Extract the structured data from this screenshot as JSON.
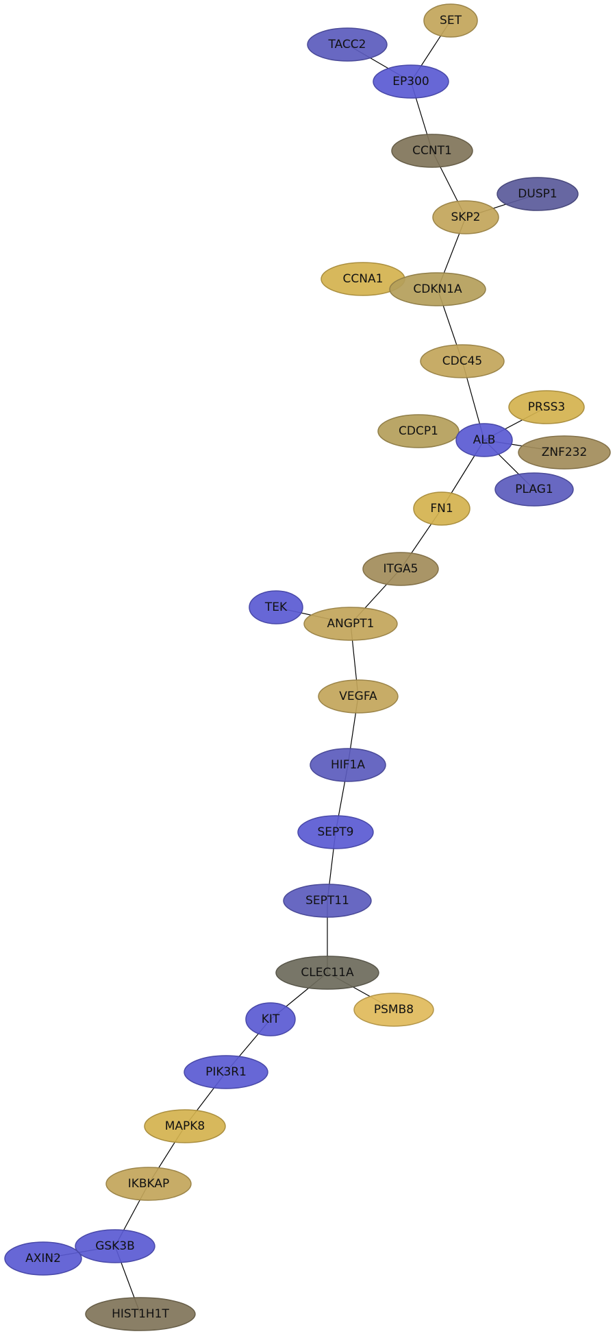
{
  "colors": {
    "blue": "#5a5ad2",
    "blue_dark": "#5b5bbd",
    "slate": "#5a5a9a",
    "tan": "#c2a55a",
    "gold": "#d4b24e",
    "khaki": "#b49e5a",
    "olive": "#a28c5a",
    "brown": "#807459",
    "gray": "#6d6a5b",
    "sand": "#e0ba5a"
  },
  "nodes": [
    {
      "id": "SET",
      "label": "SET",
      "color": "tan"
    },
    {
      "id": "TACC2",
      "label": "TACC2",
      "color": "blue_dark"
    },
    {
      "id": "EP300",
      "label": "EP300",
      "color": "blue"
    },
    {
      "id": "CCNT1",
      "label": "CCNT1",
      "color": "brown"
    },
    {
      "id": "DUSP1",
      "label": "DUSP1",
      "color": "slate"
    },
    {
      "id": "SKP2",
      "label": "SKP2",
      "color": "tan"
    },
    {
      "id": "CCNA1",
      "label": "CCNA1",
      "color": "gold"
    },
    {
      "id": "CDKN1A",
      "label": "CDKN1A",
      "color": "khaki"
    },
    {
      "id": "CDC45",
      "label": "CDC45",
      "color": "tan"
    },
    {
      "id": "PRSS3",
      "label": "PRSS3",
      "color": "gold"
    },
    {
      "id": "CDCP1",
      "label": "CDCP1",
      "color": "khaki"
    },
    {
      "id": "ALB",
      "label": "ALB",
      "color": "blue"
    },
    {
      "id": "ZNF232",
      "label": "ZNF232",
      "color": "olive"
    },
    {
      "id": "PLAG1",
      "label": "PLAG1",
      "color": "blue_dark"
    },
    {
      "id": "FN1",
      "label": "FN1",
      "color": "gold"
    },
    {
      "id": "ITGA5",
      "label": "ITGA5",
      "color": "olive"
    },
    {
      "id": "TEK",
      "label": "TEK",
      "color": "blue"
    },
    {
      "id": "ANGPT1",
      "label": "ANGPT1",
      "color": "tan"
    },
    {
      "id": "VEGFA",
      "label": "VEGFA",
      "color": "tan"
    },
    {
      "id": "HIF1A",
      "label": "HIF1A",
      "color": "blue_dark"
    },
    {
      "id": "SEPT9",
      "label": "SEPT9",
      "color": "blue"
    },
    {
      "id": "SEPT11",
      "label": "SEPT11",
      "color": "blue_dark"
    },
    {
      "id": "CLEC11A",
      "label": "CLEC11A",
      "color": "gray"
    },
    {
      "id": "KIT",
      "label": "KIT",
      "color": "blue"
    },
    {
      "id": "PSMB8",
      "label": "PSMB8",
      "color": "sand"
    },
    {
      "id": "PIK3R1",
      "label": "PIK3R1",
      "color": "blue"
    },
    {
      "id": "MAPK8",
      "label": "MAPK8",
      "color": "gold"
    },
    {
      "id": "IKBKAP",
      "label": "IKBKAP",
      "color": "tan"
    },
    {
      "id": "GSK3B",
      "label": "GSK3B",
      "color": "blue"
    },
    {
      "id": "AXIN2",
      "label": "AXIN2",
      "color": "blue"
    },
    {
      "id": "HIST1H1T",
      "label": "HIST1H1T",
      "color": "brown"
    }
  ],
  "edges": [
    [
      "SET",
      "EP300"
    ],
    [
      "TACC2",
      "EP300"
    ],
    [
      "EP300",
      "CCNT1"
    ],
    [
      "CCNT1",
      "SKP2"
    ],
    [
      "DUSP1",
      "SKP2"
    ],
    [
      "SKP2",
      "CDKN1A"
    ],
    [
      "CDKN1A",
      "CDC45"
    ],
    [
      "CDC45",
      "ALB"
    ],
    [
      "PRSS3",
      "ALB"
    ],
    [
      "ALB",
      "ZNF232"
    ],
    [
      "ALB",
      "PLAG1"
    ],
    [
      "ALB",
      "FN1"
    ],
    [
      "FN1",
      "ITGA5"
    ],
    [
      "ITGA5",
      "ANGPT1"
    ],
    [
      "TEK",
      "ANGPT1"
    ],
    [
      "ANGPT1",
      "VEGFA"
    ],
    [
      "VEGFA",
      "HIF1A"
    ],
    [
      "HIF1A",
      "SEPT9"
    ],
    [
      "SEPT9",
      "SEPT11"
    ],
    [
      "SEPT11",
      "CLEC11A"
    ],
    [
      "CLEC11A",
      "KIT"
    ],
    [
      "CLEC11A",
      "PSMB8"
    ],
    [
      "KIT",
      "PIK3R1"
    ],
    [
      "PIK3R1",
      "MAPK8"
    ],
    [
      "MAPK8",
      "IKBKAP"
    ],
    [
      "IKBKAP",
      "GSK3B"
    ],
    [
      "AXIN2",
      "GSK3B"
    ],
    [
      "GSK3B",
      "HIST1H1T"
    ]
  ]
}
